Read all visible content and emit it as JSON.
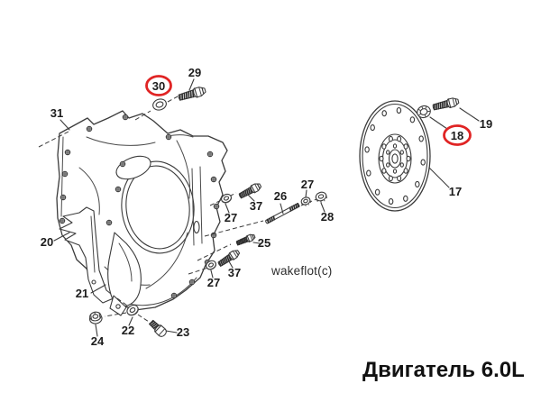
{
  "page": {
    "title": "Двигатель 6.0L",
    "watermark": "wakeflot(c)"
  },
  "colors": {
    "line": "#3b3b3b",
    "highlight": "#e02424",
    "label": "#1c1c1c",
    "background": "#ffffff"
  },
  "diagram": {
    "type": "exploded-parts-diagram",
    "highlighted_callouts": [
      "30",
      "18"
    ],
    "callouts": {
      "17": "17",
      "18": "18",
      "19": "19",
      "20": "20",
      "21": "21",
      "22": "22",
      "23": "23",
      "24": "24",
      "25": "25",
      "26": "26",
      "27a": "27",
      "27b": "27",
      "27c": "27",
      "28": "28",
      "29": "29",
      "30": "30",
      "31": "31",
      "37a": "37",
      "37b": "37"
    }
  }
}
